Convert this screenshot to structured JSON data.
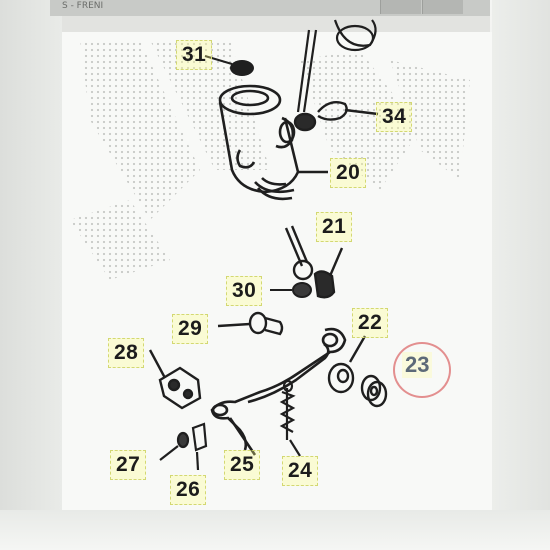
{
  "window": {
    "title": "S - FRENI"
  },
  "labels": {
    "l31": "31",
    "l34": "34",
    "l20": "20",
    "l21": "21",
    "l30": "30",
    "l29": "29",
    "l22": "22",
    "l28": "28",
    "l23": "23",
    "l27": "27",
    "l25": "25",
    "l24": "24",
    "l26": "26"
  },
  "colors": {
    "label_highlight": "#ffff8c",
    "ring_highlight": "#e38f8f",
    "ink": "#1c1c1c"
  }
}
